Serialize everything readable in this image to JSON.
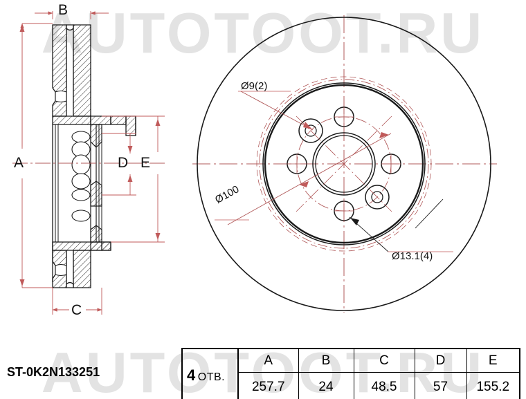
{
  "watermark": {
    "text": "AUTOTOOT.RU"
  },
  "part": {
    "number": "ST-0K2N133251"
  },
  "section_view": {
    "dimension_letters": {
      "A": "A",
      "B": "B",
      "C": "C",
      "D": "D",
      "E": "E"
    }
  },
  "face_view": {
    "callouts": {
      "small_holes": "Ø9(2)",
      "bolt_circle": "Ø100",
      "bolt_holes": "Ø13.1(4)"
    }
  },
  "spec_table": {
    "hole_count_label": "4",
    "hole_unit_label": "OTB.",
    "headers": [
      "A",
      "B",
      "C",
      "D",
      "E"
    ],
    "values": [
      "257.7",
      "24",
      "48.5",
      "57",
      "155.2"
    ]
  },
  "colors": {
    "outline": "#1a1a1a",
    "dimension": "#c05a5a",
    "centerline": "#b05858",
    "watermark": "#e3e3e3",
    "background": "#ffffff"
  }
}
